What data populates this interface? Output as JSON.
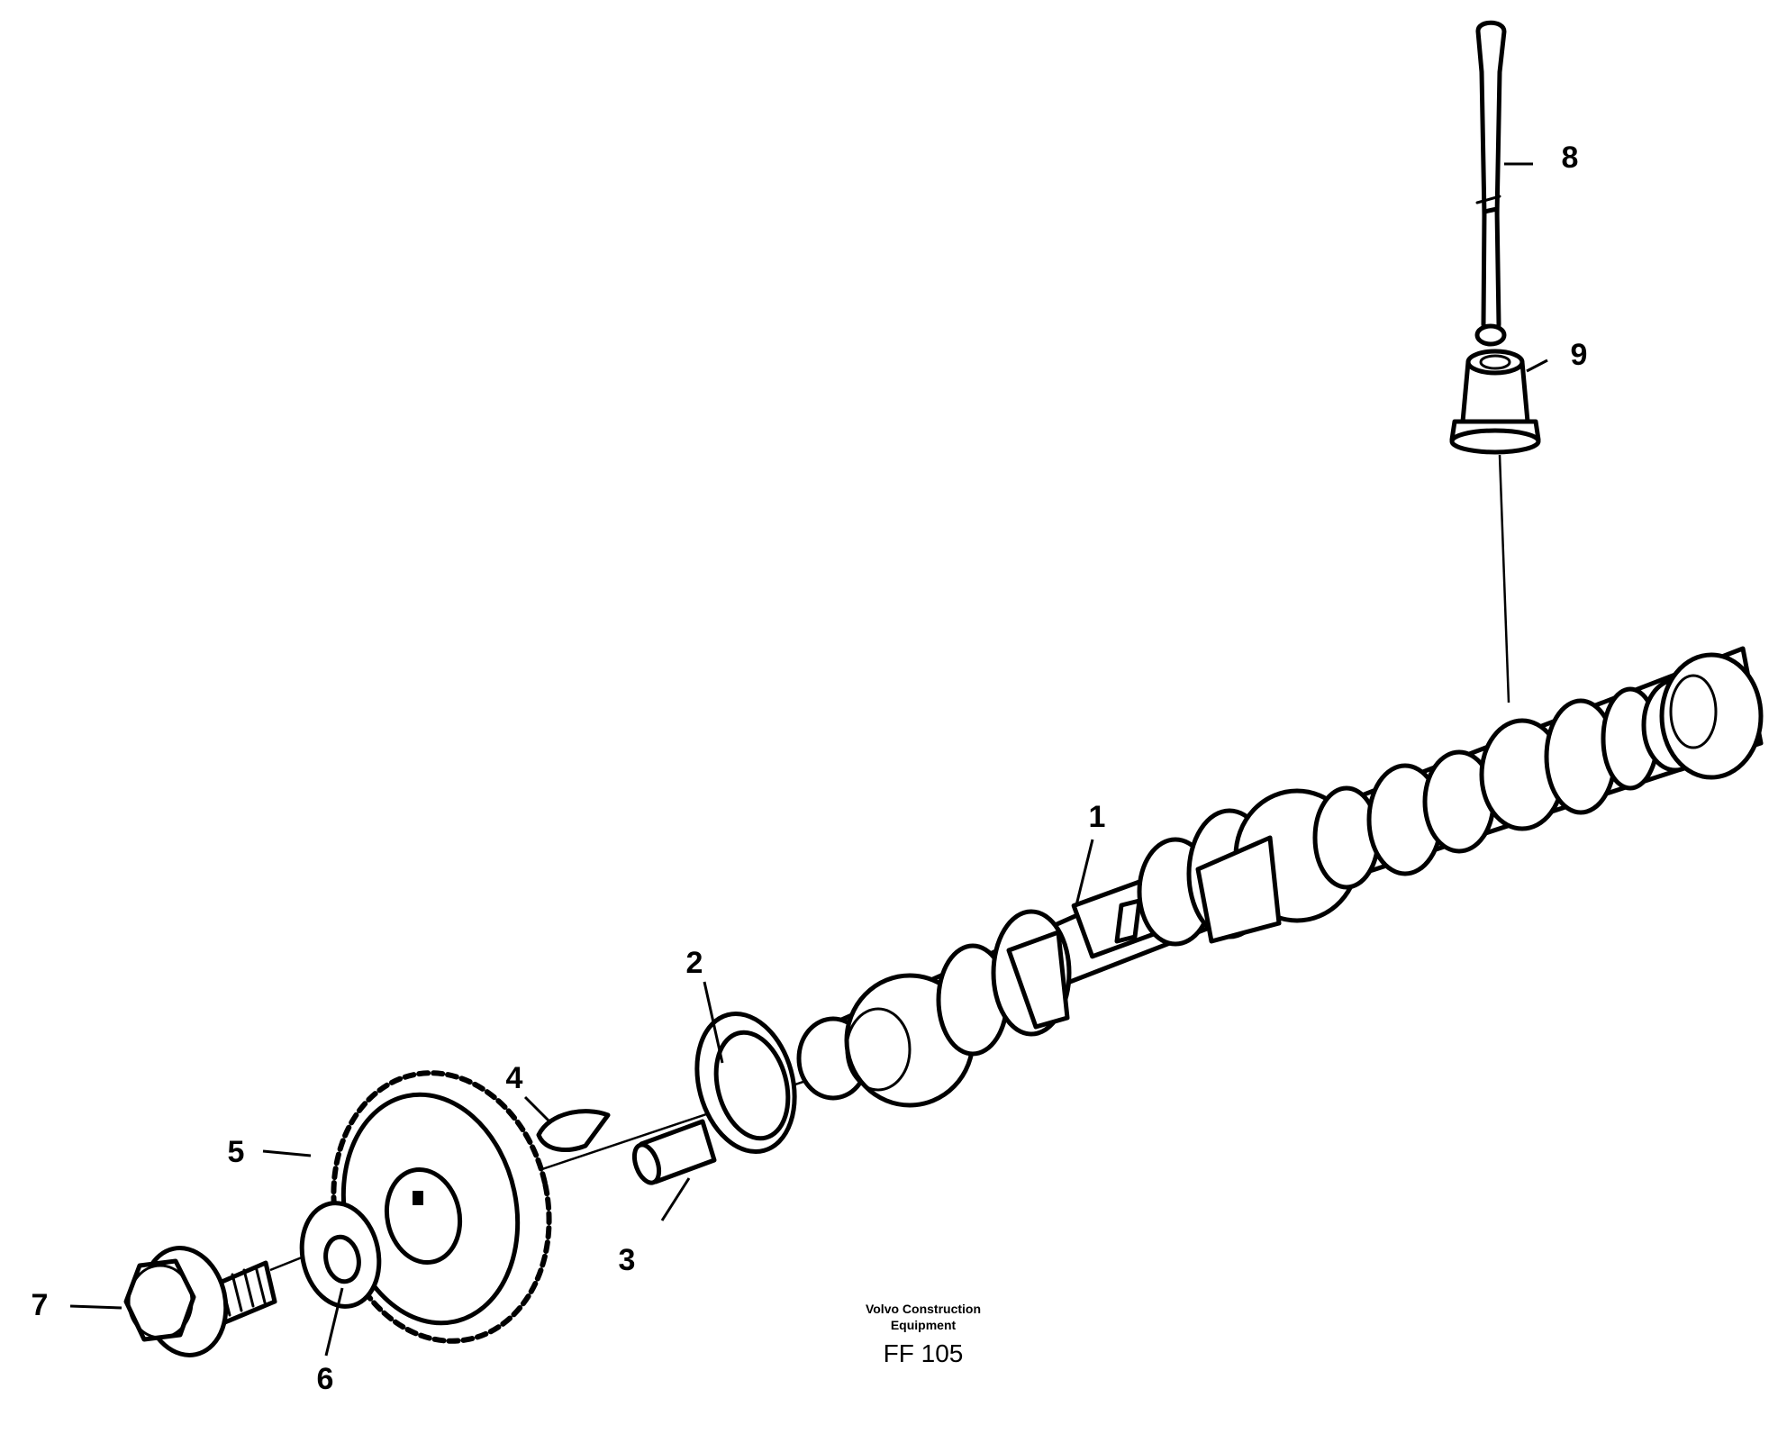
{
  "callouts": {
    "c1": "1",
    "c2": "2",
    "c3": "3",
    "c4": "4",
    "c5": "5",
    "c6": "6",
    "c7": "7",
    "c8": "8",
    "c9": "9"
  },
  "footer": {
    "brand_line1": "Volvo Construction",
    "brand_line2": "Equipment",
    "code": "FF 105"
  }
}
